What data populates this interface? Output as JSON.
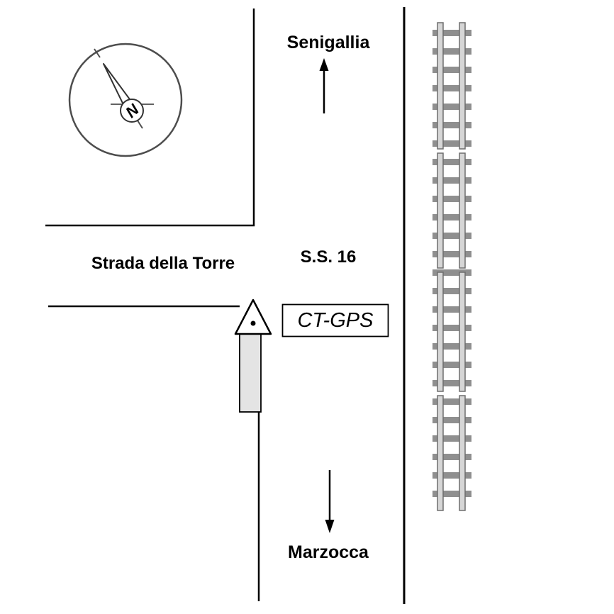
{
  "map": {
    "type": "gps-station-location-sketch",
    "labels": {
      "destination_north": "Senigallia",
      "destination_south": "Marzocca",
      "main_road": "S.S. 16",
      "side_road": "Strada della Torre",
      "station": "CT-GPS",
      "compass_north": "N"
    },
    "colors": {
      "road_line": "#000000",
      "compass_stroke": "#4d4d4d",
      "railway_tie": "#8f8f8f",
      "rail_fill": "#d6d6d6",
      "rail_stroke": "#6e6e6e",
      "building_fill": "#e4e4e4",
      "marker_fill": "#ffffff",
      "background": "#ffffff"
    },
    "icons": [
      {
        "name": "compass-icon",
        "glyph": "circle-with-north-needle"
      },
      {
        "name": "station-marker-icon",
        "glyph": "triangle-with-dot"
      },
      {
        "name": "arrow-up-icon",
        "glyph": "↑"
      },
      {
        "name": "arrow-down-icon",
        "glyph": "↓"
      },
      {
        "name": "railway-icon",
        "glyph": "track-with-ties"
      }
    ]
  }
}
